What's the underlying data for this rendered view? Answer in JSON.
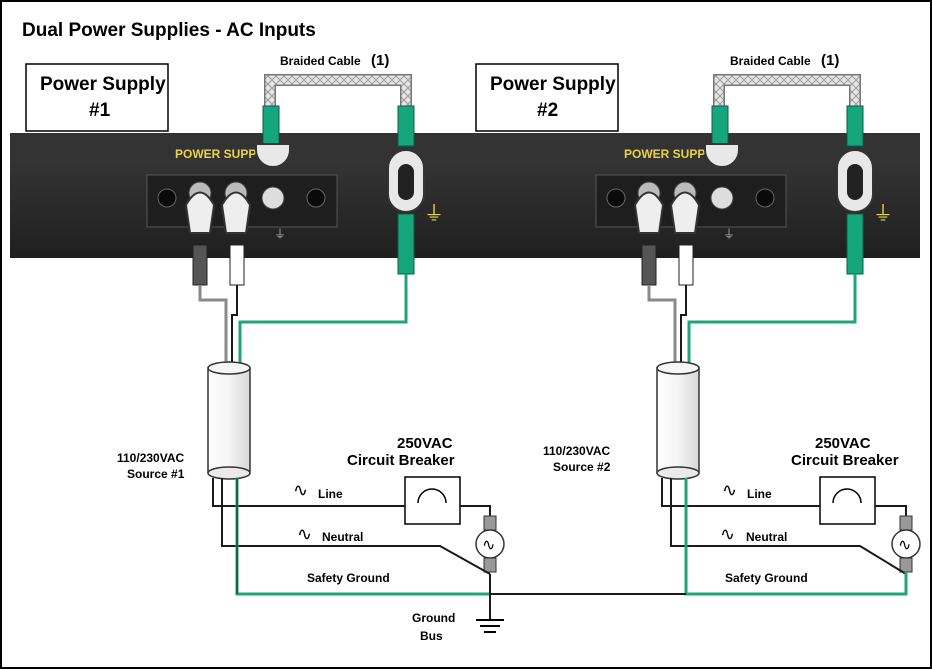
{
  "title": "Dual Power Supplies - AC Inputs",
  "ps1": {
    "label_line1": "Power Supply",
    "label_line2": "#1",
    "braided_cable": "Braided Cable",
    "braided_cable_num": "(1)",
    "panel_text": "POWER SUPPLY",
    "source_line1": "110/230VAC",
    "source_line2": "Source #1",
    "breaker_line1": "250VAC",
    "breaker_line2": "Circuit Breaker",
    "line_label": "Line",
    "neutral_label": "Neutral",
    "ground_label": "Safety Ground"
  },
  "ps2": {
    "label_line1": "Power Supply",
    "label_line2": "#2",
    "braided_cable": "Braided Cable",
    "braided_cable_num": "(1)",
    "panel_text": "POWER SUPPLY",
    "source_line1": "110/230VAC",
    "source_line2": "Source #2",
    "breaker_line1": "250VAC",
    "breaker_line2": "Circuit Breaker",
    "line_label": "Line",
    "neutral_label": "Neutral",
    "ground_label": "Safety Ground"
  },
  "ground_bus_line1": "Ground",
  "ground_bus_line2": "Bus",
  "colors": {
    "panel": "#2b2b2b",
    "wire_green": "#1fa37a",
    "lug_green": "#16a67d",
    "wire_black": "#1a1a1a",
    "wire_gray": "#8a8a8a"
  }
}
